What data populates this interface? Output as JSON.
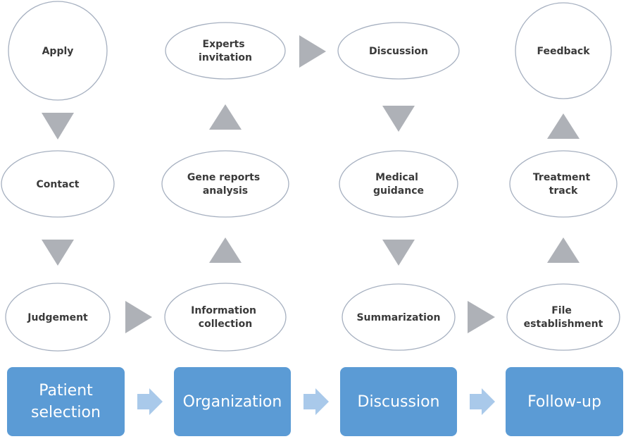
{
  "nodes": {
    "apply": [
      "Apply"
    ],
    "contact": [
      "Contact"
    ],
    "judgement": [
      "Judgement"
    ],
    "information_collection": [
      "Information",
      "collection"
    ],
    "gene_reports_analysis": [
      "Gene reports",
      "analysis"
    ],
    "experts_invitation": [
      "Experts",
      "invitation"
    ],
    "discussion": [
      "Discussion"
    ],
    "medical_guidance": [
      "Medical",
      "guidance"
    ],
    "summarization": [
      "Summarization"
    ],
    "file_establishment": [
      "File",
      "establishment"
    ],
    "treatment_track": [
      "Treatment",
      "track"
    ],
    "feedback": [
      "Feedback"
    ]
  },
  "stages": {
    "patient_selection": "Patient\nselection",
    "organization": "Organization",
    "discussion": "Discussion",
    "follow_up": "Follow-up"
  },
  "colors": {
    "node_border": "#a6b0c0",
    "arrow_gray": "#aeb1b7",
    "stage_blue": "#5b9bd5",
    "stage_arrow": "#a9c9ea"
  }
}
